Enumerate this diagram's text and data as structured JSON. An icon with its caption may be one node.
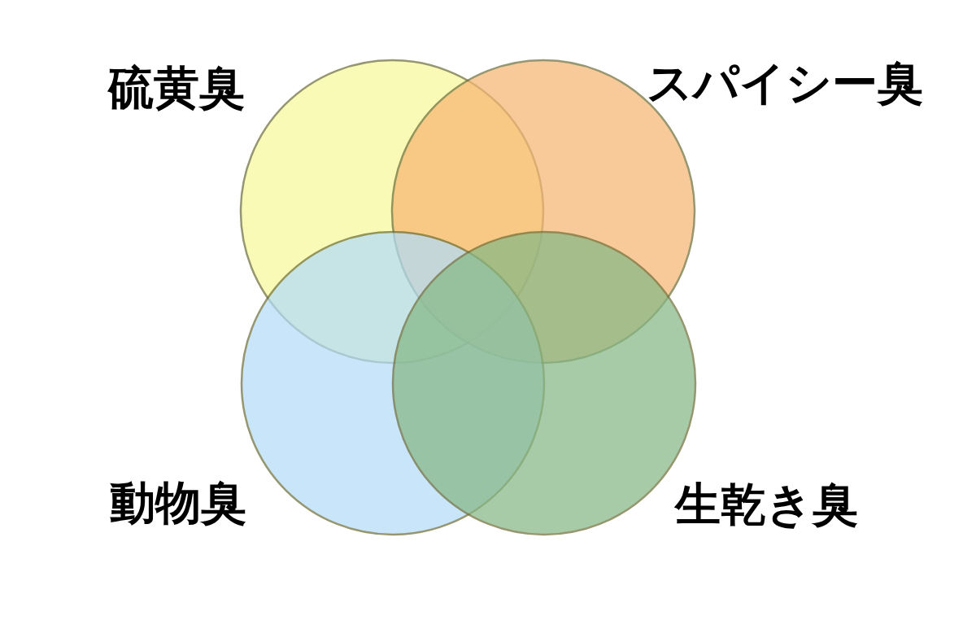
{
  "diagram": {
    "nodes": [
      {
        "text": [
          "硫黄臭"
        ]
      },
      {
        "text": [
          "スパイシー臭"
        ]
      },
      {
        "text": [
          "動物臭"
        ]
      },
      {
        "text": [
          "生乾き臭"
        ]
      }
    ]
  }
}
